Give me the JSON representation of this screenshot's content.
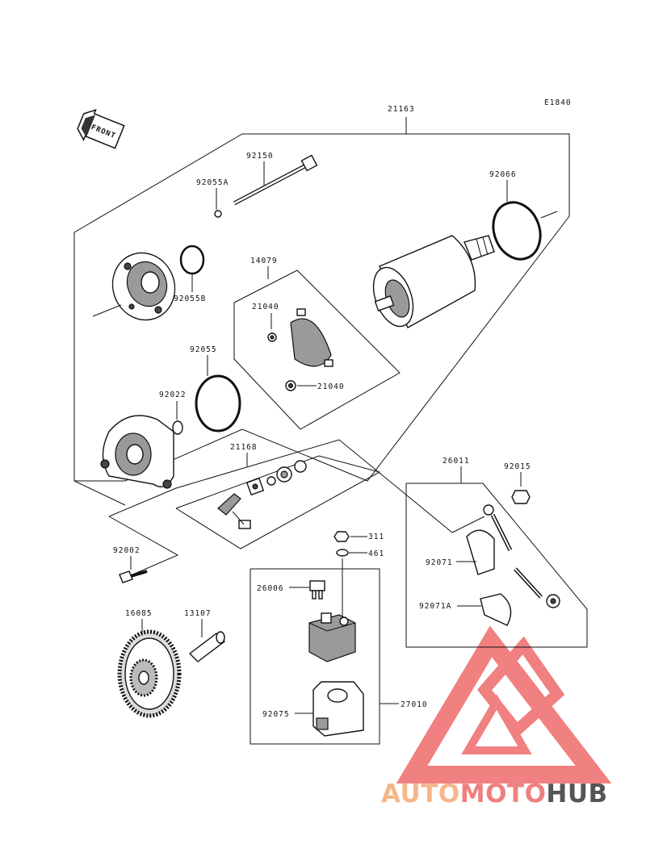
{
  "diagram_code": "E1840",
  "front_label": "FRONT",
  "parts": {
    "p21163": "21163",
    "p92150": "92150",
    "p92055A": "92055A",
    "p92066": "92066",
    "p14079": "14079",
    "p21040a": "21040",
    "p21040b": "21040",
    "p92055B": "92055B",
    "p92055": "92055",
    "p92022": "92022",
    "p21168": "21168",
    "p26011": "26011",
    "p92015": "92015",
    "p311": "311",
    "p461": "461",
    "p92002": "92002",
    "p26006": "26006",
    "p92071": "92071",
    "p92071A": "92071A",
    "p16085": "16085",
    "p13107": "13107",
    "p27010": "27010",
    "p92075": "92075"
  },
  "watermark": {
    "part1": "AUTO",
    "part2": "MOTO",
    "part3": "HUB",
    "color1": "#f5b68a",
    "color2": "#ef7f7f",
    "color3": "#555555",
    "logo_color": "#ef6b6b"
  }
}
